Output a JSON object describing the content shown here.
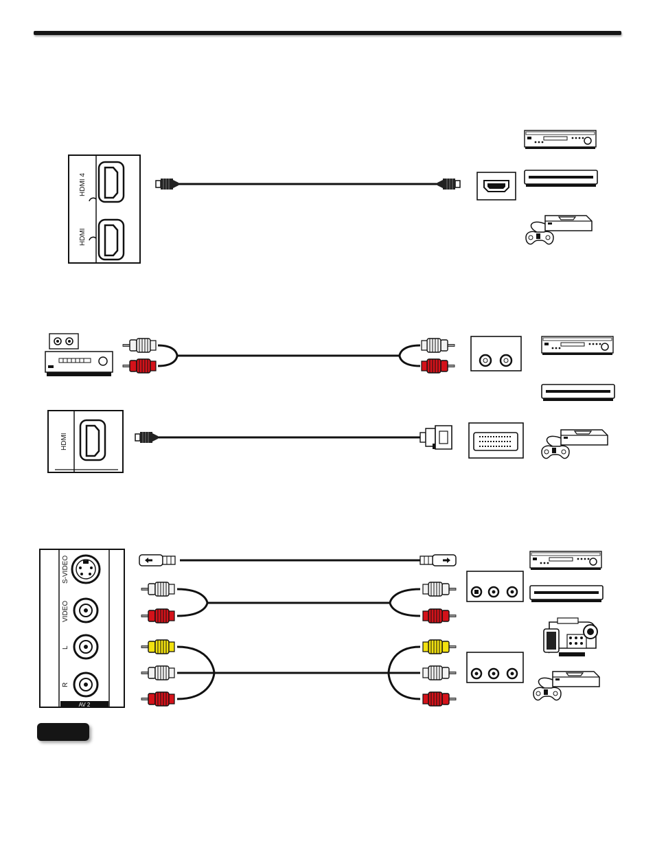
{
  "hdmi_section": {
    "tv_panel": {
      "port_top_label": "HDMI 4",
      "port_bottom_label": "HDMI"
    },
    "cable": "hdmi-cable",
    "devices": [
      "dvd-player-icon",
      "set-top-box-icon",
      "game-console-icon"
    ]
  },
  "audio_dvi_section": {
    "audio_receiver": "audio-receiver-icon",
    "audio_cable": "rca-audio-cable",
    "tv_panel": {
      "port_label": "HDMI"
    },
    "dvi_cable": "hdmi-to-dvi-cable",
    "devices": [
      "dvd-player-icon",
      "set-top-box-icon",
      "game-console-icon"
    ]
  },
  "av_section": {
    "tv_panel": {
      "svideo_label": "S-VIDEO",
      "video_label": "VIDEO",
      "left_label": "L",
      "right_label": "R",
      "footer_label": "AV 2"
    },
    "cables": [
      "s-video-cable",
      "rca-audio-cable",
      "composite-av-cable"
    ],
    "devices": [
      "dvd-player-icon",
      "set-top-box-icon",
      "camcorder-icon",
      "game-console-icon"
    ]
  },
  "colors": {
    "rule": "#151515",
    "cable": "#111111",
    "white_plug": "#f2f2f2",
    "red_plug": "#d4121a",
    "yellow_plug": "#f2e10f",
    "panel_bg": "#ffffff",
    "panel_stroke": "#1a1a1a"
  }
}
